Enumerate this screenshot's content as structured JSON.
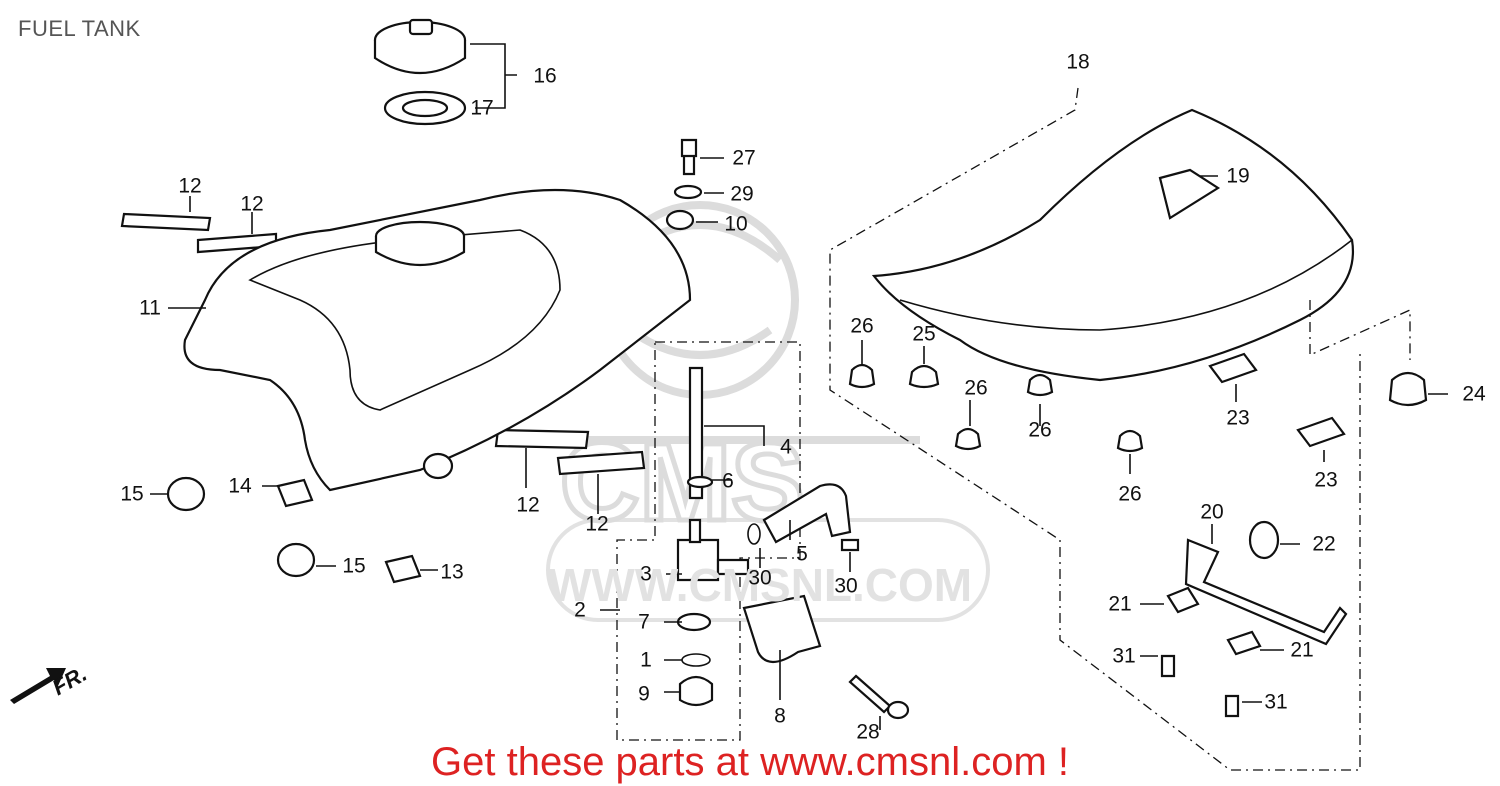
{
  "title": "FUEL TANK",
  "promo": "Get these parts at www.cmsnl.com !",
  "watermark": {
    "letters": "CMS",
    "url": "WWW.CMSNL.COM"
  },
  "direction_marker": "FR.",
  "colors": {
    "promo": "#dd2222",
    "title": "#555555",
    "watermark": "#e2e2e2",
    "line": "#111111"
  },
  "callouts": [
    {
      "id": "c16",
      "label": "16"
    },
    {
      "id": "c17",
      "label": "17"
    },
    {
      "id": "c18",
      "label": "18"
    },
    {
      "id": "c19",
      "label": "19"
    },
    {
      "id": "c27",
      "label": "27"
    },
    {
      "id": "c29",
      "label": "29"
    },
    {
      "id": "c10",
      "label": "10"
    },
    {
      "id": "c12a",
      "label": "12"
    },
    {
      "id": "c12b",
      "label": "12"
    },
    {
      "id": "c11",
      "label": "11"
    },
    {
      "id": "c26a",
      "label": "26"
    },
    {
      "id": "c25",
      "label": "25"
    },
    {
      "id": "c26b",
      "label": "26"
    },
    {
      "id": "c26c",
      "label": "26"
    },
    {
      "id": "c24",
      "label": "24"
    },
    {
      "id": "c23a",
      "label": "23"
    },
    {
      "id": "c4",
      "label": "4"
    },
    {
      "id": "c6",
      "label": "6"
    },
    {
      "id": "c26d",
      "label": "26"
    },
    {
      "id": "c23b",
      "label": "23"
    },
    {
      "id": "c15a",
      "label": "15"
    },
    {
      "id": "c14",
      "label": "14"
    },
    {
      "id": "c12c",
      "label": "12"
    },
    {
      "id": "c12d",
      "label": "12"
    },
    {
      "id": "c20",
      "label": "20"
    },
    {
      "id": "c22",
      "label": "22"
    },
    {
      "id": "c5",
      "label": "5"
    },
    {
      "id": "c30a",
      "label": "30"
    },
    {
      "id": "c30b",
      "label": "30"
    },
    {
      "id": "c3",
      "label": "3"
    },
    {
      "id": "c15b",
      "label": "15"
    },
    {
      "id": "c13",
      "label": "13"
    },
    {
      "id": "c2",
      "label": "2"
    },
    {
      "id": "c7",
      "label": "7"
    },
    {
      "id": "c21a",
      "label": "21"
    },
    {
      "id": "c21b",
      "label": "21"
    },
    {
      "id": "c1",
      "label": "1"
    },
    {
      "id": "c31a",
      "label": "31"
    },
    {
      "id": "c9",
      "label": "9"
    },
    {
      "id": "c31b",
      "label": "31"
    },
    {
      "id": "c8",
      "label": "8"
    },
    {
      "id": "c28",
      "label": "28"
    }
  ]
}
